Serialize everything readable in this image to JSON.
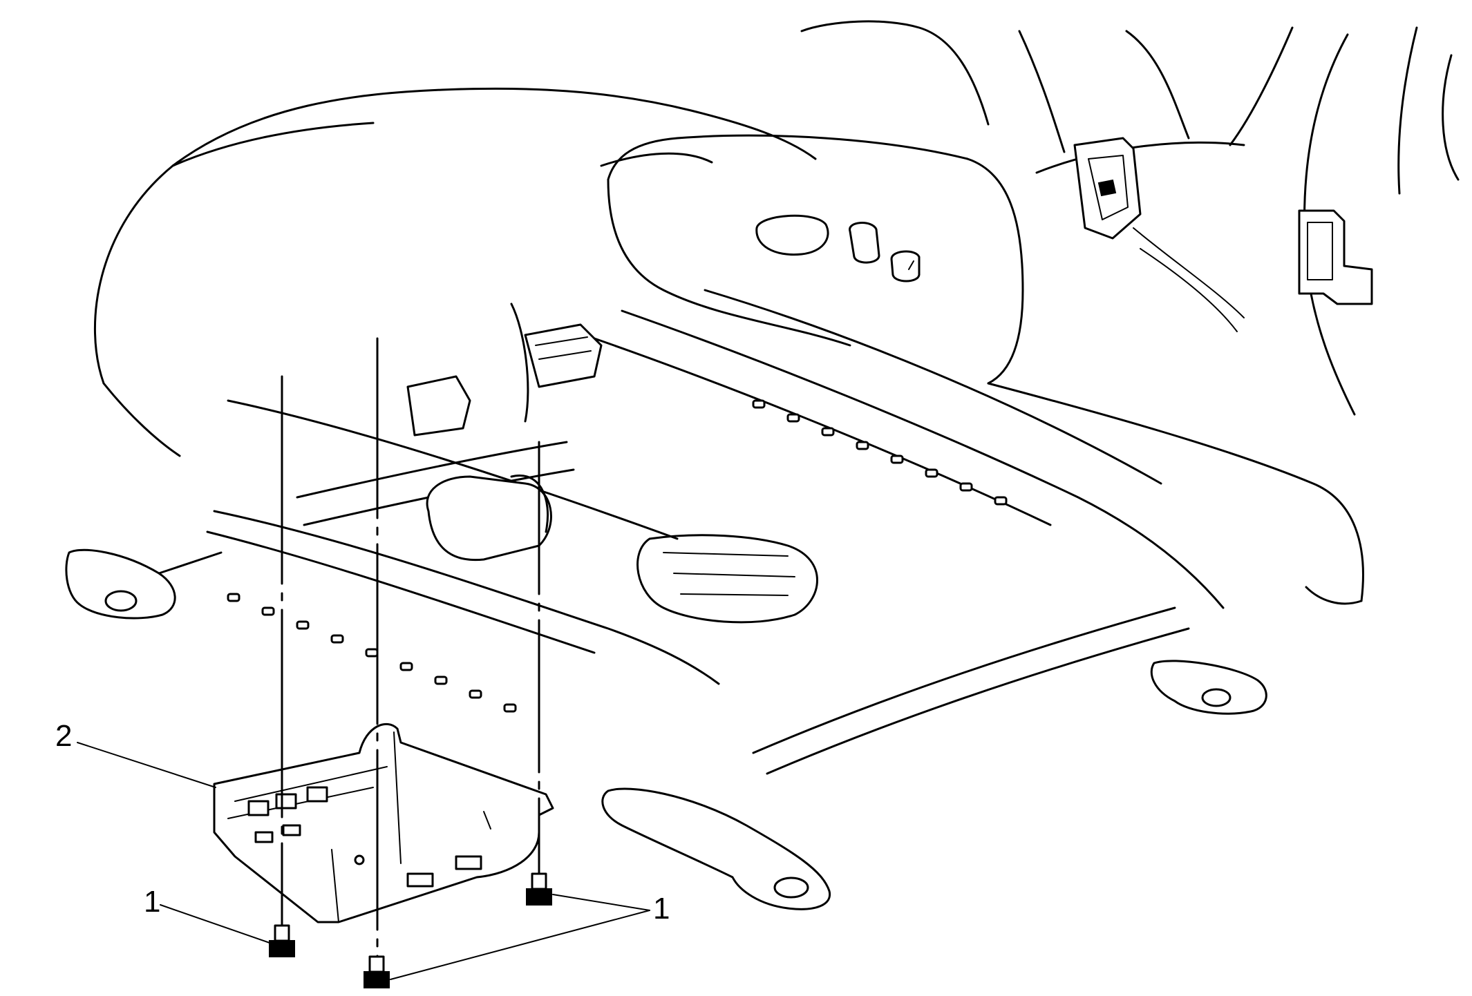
{
  "callouts": [
    {
      "number": "1",
      "part": "bolt"
    },
    {
      "number": "1",
      "part": "bolt"
    },
    {
      "number": "2",
      "part": "module-cover"
    }
  ],
  "colors": {
    "line": "#000000",
    "background": "#ffffff"
  }
}
